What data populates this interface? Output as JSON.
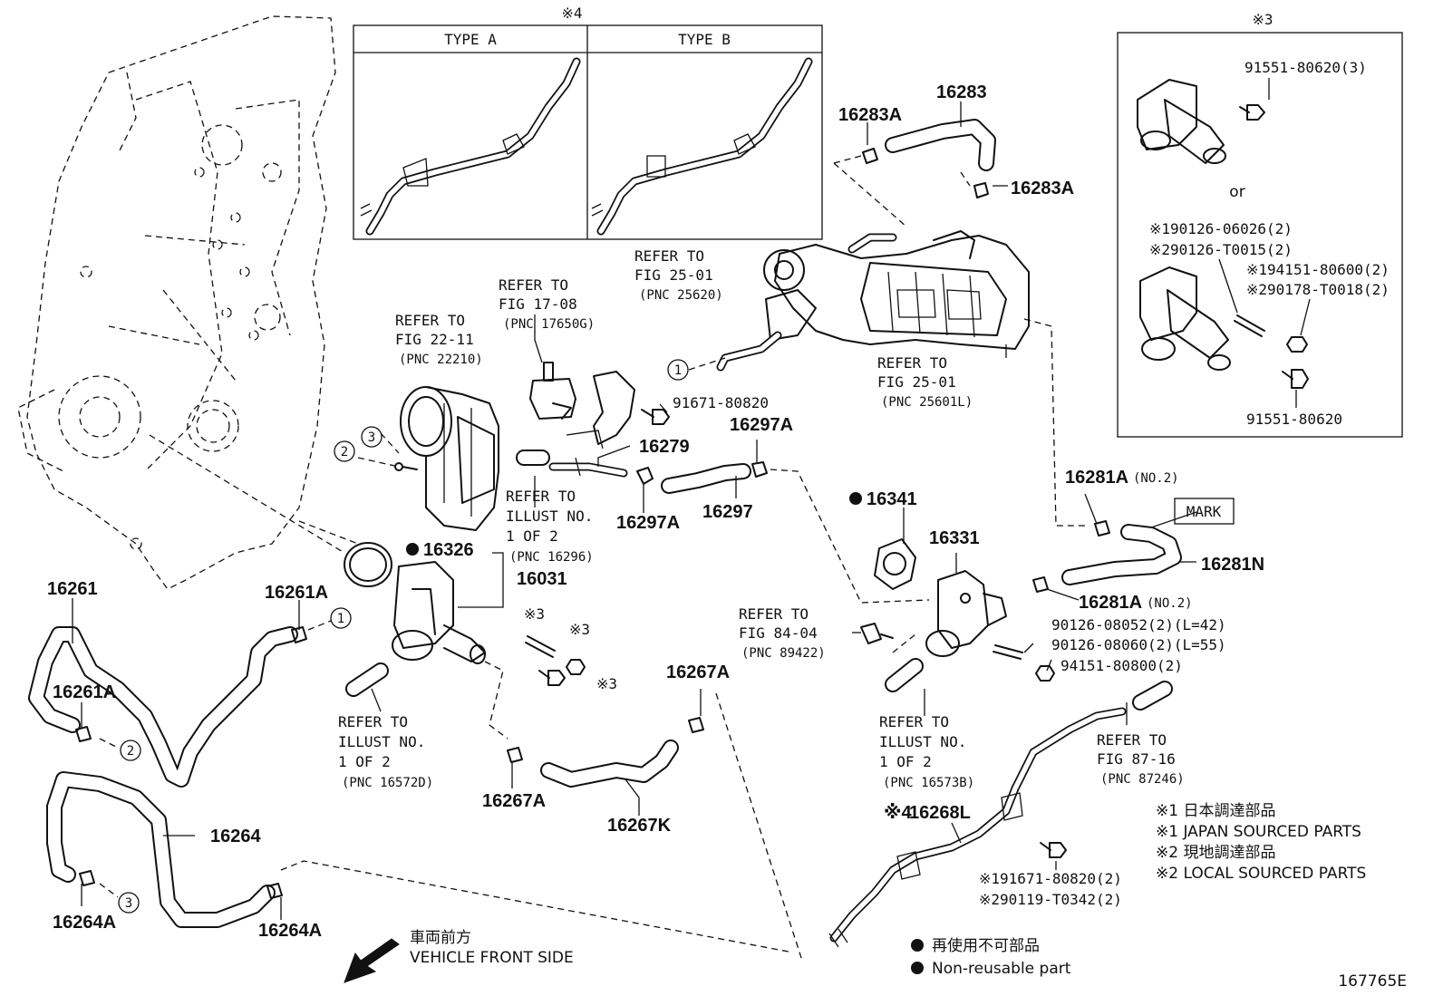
{
  "part_numbers": {
    "p16283": "16283",
    "p16283A_top": "16283A",
    "p16283A_right": "16283A",
    "p16279": "16279",
    "p16297A_upper": "16297A",
    "p16297A_lower": "16297A",
    "p16297": "16297",
    "p16341": "16341",
    "p16331": "16331",
    "p16326": "16326",
    "p16031": "16031",
    "p16261": "16261",
    "p16261A_upper": "16261A",
    "p16261A_lower": "16261A",
    "p16264": "16264",
    "p16264A_left": "16264A",
    "p16264A_right": "16264A",
    "p16267A_upper": "16267A",
    "p16267A_lower": "16267A",
    "p16267K": "16267K",
    "p16281A_upper": "16281A",
    "p16281A_lower": "16281A",
    "p16281N": "16281N",
    "p16268L": "16268L",
    "no2_a": "(NO.2)",
    "no2_b": "(NO.2)",
    "star4_prefix": "※4"
  },
  "bolts": {
    "b91671_80820": "91671-80820",
    "b90126_08052": "90126-08052(2)(L=42)",
    "b90126_08060": "90126-08060(2)(L=55)",
    "b94151_80800": "94151-80800(2)",
    "b_star1_91671": "※191671-80820(2)",
    "b_star2_90119": "※290119-T0342(2)",
    "star3_a": "※3",
    "star3_b": "※3",
    "star3_c": "※3"
  },
  "refs": {
    "r_fig2501_a_line1": "REFER TO",
    "r_fig2501_a_line2": "FIG 25-01",
    "r_fig2501_a_line3": "(PNC 25620)",
    "r_fig1708_line1": "REFER TO",
    "r_fig1708_line2": "FIG 17-08",
    "r_fig1708_line3": "(PNC 17650G)",
    "r_fig2211_line1": "REFER TO",
    "r_fig2211_line2": "FIG 22-11",
    "r_fig2211_line3": "(PNC 22210)",
    "r_fig2501_b_line1": "REFER TO",
    "r_fig2501_b_line2": "FIG 25-01",
    "r_fig2501_b_line3": "(PNC 25601L)",
    "r_ill16296_line1": "REFER TO",
    "r_ill16296_line2": "ILLUST NO.",
    "r_ill16296_line3": "1 OF 2",
    "r_ill16296_line4": "(PNC 16296)",
    "r_fig8404_line1": "REFER TO",
    "r_fig8404_line2": "FIG 84-04",
    "r_fig8404_line3": "(PNC 89422)",
    "r_ill16572_line1": "REFER TO",
    "r_ill16572_line2": "ILLUST NO.",
    "r_ill16572_line3": "1 OF 2",
    "r_ill16572_line4": "(PNC 16572D)",
    "r_ill16573_line1": "REFER TO",
    "r_ill16573_line2": "ILLUST NO.",
    "r_ill16573_line3": "1 OF 2",
    "r_ill16573_line4": "(PNC 16573B)",
    "r_fig8716_line1": "REFER TO",
    "r_fig8716_line2": "FIG 87-16",
    "r_fig8716_line3": "(PNC 87246)"
  },
  "inset_type": {
    "header_mark": "※4",
    "type_a": "TYPE A",
    "type_b": "TYPE B"
  },
  "inset_star3": {
    "header_mark": "※3",
    "bolt_top": "91551-80620(3)",
    "or_text": "or",
    "s1_90126": "※190126-06026(2)",
    "s2_90126": "※290126-T0015(2)",
    "s1_94151": "※194151-80600(2)",
    "s2_90178": "※290178-T0018(2)",
    "bolt_bottom": "91551-80620"
  },
  "circles": {
    "c1": "1",
    "c2": "2",
    "c3": "3"
  },
  "mark_label": "MARK",
  "legend": {
    "l1_jp": "※1 日本調達部品",
    "l1_en": "※1 JAPAN SOURCED PARTS",
    "l2_jp": "※2 現地調達部品",
    "l2_en": "※2 LOCAL SOURCED PARTS"
  },
  "nonreusable": {
    "jp": "再使用不可部品",
    "en": "Non-reusable part"
  },
  "front": {
    "jp": "車両前方",
    "en": "VEHICLE FRONT SIDE"
  },
  "diagram_id": "167765E"
}
